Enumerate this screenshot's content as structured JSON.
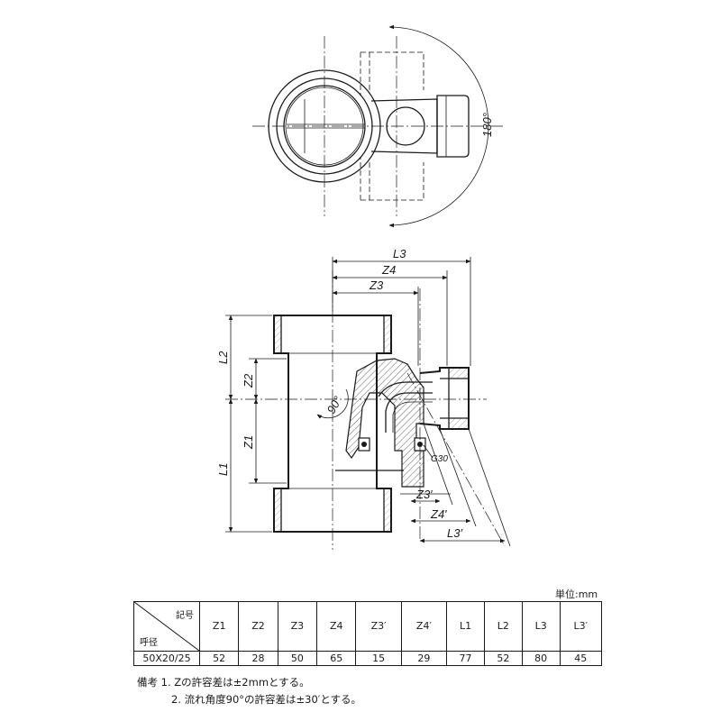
{
  "top_view": {
    "angle": "180°"
  },
  "section_view": {
    "dims": {
      "L3": "L3",
      "Z4": "Z4",
      "Z3": "Z3",
      "L2": "L2",
      "Z2": "Z2",
      "Z1": "Z1",
      "L1": "L1",
      "Z3p": "Z3′",
      "Z4p": "Z4′",
      "L3p": "L3′"
    },
    "angle": "90°",
    "seal": "G30"
  },
  "table": {
    "unit": "単位:mm",
    "corner_top": "記号",
    "corner_bottom": "呼径",
    "headers": [
      "Z1",
      "Z2",
      "Z3",
      "Z4",
      "Z3′",
      "Z4′",
      "L1",
      "L2",
      "L3",
      "L3′"
    ],
    "rows": [
      {
        "size": "50X20/25",
        "values": [
          "52",
          "28",
          "50",
          "65",
          "15",
          "29",
          "77",
          "52",
          "80",
          "45"
        ]
      }
    ]
  },
  "notes": {
    "label": "備考",
    "items": [
      "1. Zの許容差は±2mmとする。",
      "2. 流れ角度90°の許容差は±30′とする。"
    ]
  }
}
